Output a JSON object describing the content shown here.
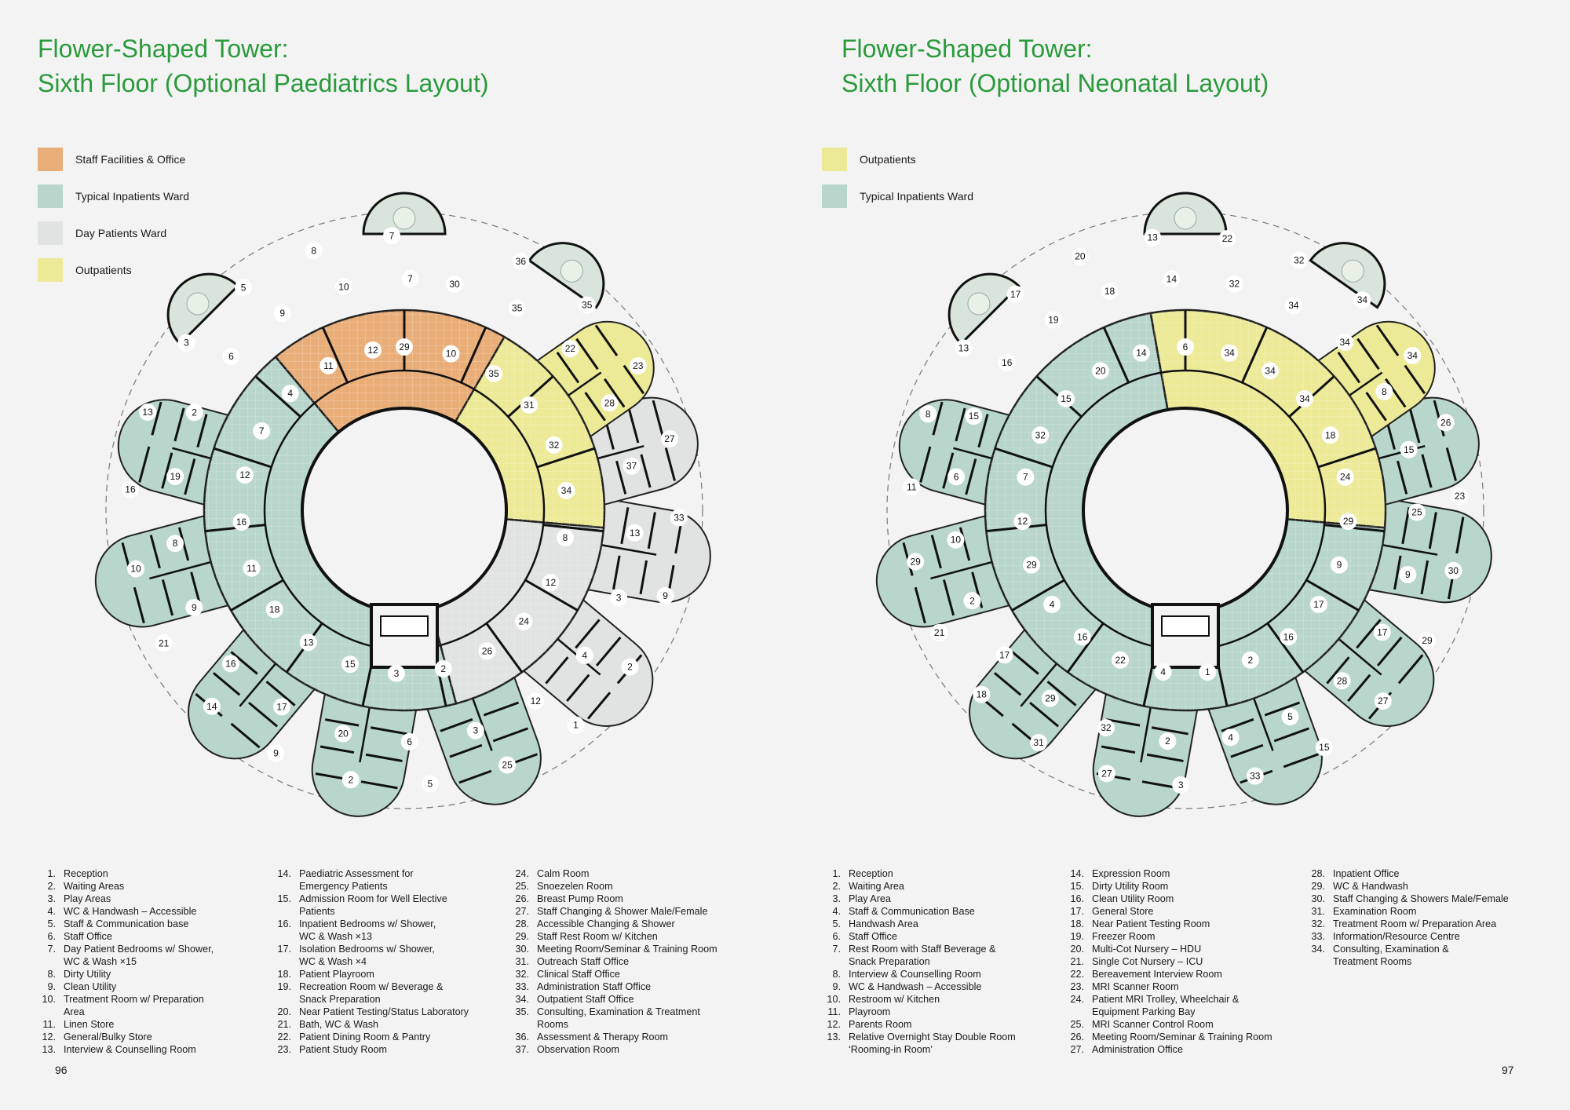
{
  "colors": {
    "title": "#2a9a3c",
    "staff": "#e9ad78",
    "ward": "#b8d6cc",
    "day": "#e1e3e3",
    "outpatients": "#ece997",
    "outline": "#111111"
  },
  "left": {
    "title_line1": "Flower-Shaped Tower:",
    "title_line2": "Sixth Floor (Optional Paediatrics Layout)",
    "legend": [
      {
        "label": "Staff Facilities & Office",
        "color": "#e9ad78"
      },
      {
        "label": "Typical Inpatients Ward",
        "color": "#b8d6cc"
      },
      {
        "label": "Day Patients Ward",
        "color": "#e1e3e3"
      },
      {
        "label": "Outpatients",
        "color": "#ece997"
      }
    ],
    "key_col1": [
      {
        "n": "1.",
        "t": "Reception"
      },
      {
        "n": "2.",
        "t": "Waiting Areas"
      },
      {
        "n": "3.",
        "t": "Play Areas"
      },
      {
        "n": "4.",
        "t": "WC & Handwash – Accessible"
      },
      {
        "n": "5.",
        "t": "Staff & Communication base"
      },
      {
        "n": "6.",
        "t": "Staff Office"
      },
      {
        "n": "7.",
        "t": "Day Patient Bedrooms w/ Shower,"
      },
      {
        "n": "",
        "t": "WC & Wash ×15"
      },
      {
        "n": "8.",
        "t": "Dirty Utility"
      },
      {
        "n": "9.",
        "t": "Clean Utility"
      },
      {
        "n": "10.",
        "t": "Treatment Room w/ Preparation"
      },
      {
        "n": "",
        "t": "Area"
      },
      {
        "n": "11.",
        "t": "Linen Store"
      },
      {
        "n": "12.",
        "t": "General/Bulky Store"
      },
      {
        "n": "13.",
        "t": "Interview & Counselling Room"
      }
    ],
    "key_col2": [
      {
        "n": "14.",
        "t": "Paediatric Assessment for"
      },
      {
        "n": "",
        "t": "Emergency Patients"
      },
      {
        "n": "15.",
        "t": "Admission Room for Well Elective"
      },
      {
        "n": "",
        "t": "Patients"
      },
      {
        "n": "16.",
        "t": "Inpatient Bedrooms w/ Shower,"
      },
      {
        "n": "",
        "t": "WC & Wash ×13"
      },
      {
        "n": "17.",
        "t": "Isolation Bedrooms w/ Shower,"
      },
      {
        "n": "",
        "t": "WC & Wash ×4"
      },
      {
        "n": "18.",
        "t": "Patient Playroom"
      },
      {
        "n": "19.",
        "t": "Recreation Room w/ Beverage &"
      },
      {
        "n": "",
        "t": "Snack Preparation"
      },
      {
        "n": "20.",
        "t": "Near Patient Testing/Status Laboratory"
      },
      {
        "n": "21.",
        "t": "Bath, WC & Wash"
      },
      {
        "n": "22.",
        "t": "Patient Dining Room & Pantry"
      },
      {
        "n": "23.",
        "t": "Patient Study Room"
      }
    ],
    "key_col3": [
      {
        "n": "24.",
        "t": "Calm Room"
      },
      {
        "n": "25.",
        "t": "Snoezelen Room"
      },
      {
        "n": "26.",
        "t": "Breast Pump Room"
      },
      {
        "n": "27.",
        "t": "Staff Changing & Shower Male/Female"
      },
      {
        "n": "28.",
        "t": "Accessible Changing & Shower"
      },
      {
        "n": "29.",
        "t": "Staff Rest Room w/ Kitchen"
      },
      {
        "n": "30.",
        "t": "Meeting Room/Seminar & Training Room"
      },
      {
        "n": "31.",
        "t": "Outreach Staff Office"
      },
      {
        "n": "32.",
        "t": "Clinical Staff Office"
      },
      {
        "n": "33.",
        "t": "Administration Staff Office"
      },
      {
        "n": "34.",
        "t": "Outpatient Staff Office"
      },
      {
        "n": "35.",
        "t": "Consulting, Examination & Treatment"
      },
      {
        "n": "",
        "t": "Rooms"
      },
      {
        "n": "36.",
        "t": "Assessment & Therapy Room"
      },
      {
        "n": "37.",
        "t": "Observation Room"
      }
    ],
    "page_number": "96",
    "plan_labels": [
      {
        "t": "29"
      },
      {
        "t": "30"
      },
      {
        "t": "36"
      },
      {
        "t": "10"
      },
      {
        "t": "35"
      },
      {
        "t": "35"
      },
      {
        "t": "35"
      },
      {
        "t": "22"
      },
      {
        "t": "23"
      },
      {
        "t": "31"
      },
      {
        "t": "28"
      },
      {
        "t": "27"
      },
      {
        "t": "32"
      },
      {
        "t": "37"
      },
      {
        "t": "33"
      },
      {
        "t": "34"
      },
      {
        "t": "13"
      },
      {
        "t": "9"
      },
      {
        "t": "8"
      },
      {
        "t": "3"
      },
      {
        "t": "2"
      },
      {
        "t": "12"
      },
      {
        "t": "4"
      },
      {
        "t": "1"
      },
      {
        "t": "24"
      },
      {
        "t": "12"
      },
      {
        "t": "25"
      },
      {
        "t": "26"
      },
      {
        "t": "3"
      },
      {
        "t": "5"
      },
      {
        "t": "2"
      },
      {
        "t": "6"
      },
      {
        "t": "2"
      },
      {
        "t": "3"
      },
      {
        "t": "20"
      },
      {
        "t": "9"
      },
      {
        "t": "15"
      },
      {
        "t": "17"
      },
      {
        "t": "14"
      },
      {
        "t": "13"
      },
      {
        "t": "16"
      },
      {
        "t": "21"
      },
      {
        "t": "18"
      },
      {
        "t": "9"
      },
      {
        "t": "10"
      },
      {
        "t": "11"
      },
      {
        "t": "8"
      },
      {
        "t": "16"
      },
      {
        "t": "16"
      },
      {
        "t": "19"
      },
      {
        "t": "13"
      },
      {
        "t": "12"
      },
      {
        "t": "2"
      },
      {
        "t": "3"
      },
      {
        "t": "7"
      },
      {
        "t": "6"
      },
      {
        "t": "5"
      },
      {
        "t": "4"
      },
      {
        "t": "9"
      },
      {
        "t": "8"
      },
      {
        "t": "11"
      },
      {
        "t": "10"
      },
      {
        "t": "7"
      },
      {
        "t": "12"
      },
      {
        "t": "7"
      }
    ]
  },
  "right": {
    "title_line1": "Flower-Shaped Tower:",
    "title_line2": "Sixth Floor (Optional Neonatal Layout)",
    "legend": [
      {
        "label": "Outpatients",
        "color": "#ece997"
      },
      {
        "label": "Typical Inpatients Ward",
        "color": "#b8d6cc"
      }
    ],
    "key_col1": [
      {
        "n": "1.",
        "t": "Reception"
      },
      {
        "n": "2.",
        "t": "Waiting Area"
      },
      {
        "n": "3.",
        "t": "Play Area"
      },
      {
        "n": "4.",
        "t": "Staff & Communication Base"
      },
      {
        "n": "5.",
        "t": "Handwash Area"
      },
      {
        "n": "6.",
        "t": "Staff Office"
      },
      {
        "n": "7.",
        "t": "Rest Room with Staff Beverage &"
      },
      {
        "n": "",
        "t": "Snack Preparation"
      },
      {
        "n": "8.",
        "t": "Interview & Counselling Room"
      },
      {
        "n": "9.",
        "t": "WC & Handwash – Accessible"
      },
      {
        "n": "10.",
        "t": "Restroom w/ Kitchen"
      },
      {
        "n": "11.",
        "t": "Playroom"
      },
      {
        "n": "12.",
        "t": "Parents Room"
      },
      {
        "n": "13.",
        "t": "Relative Overnight Stay Double Room"
      },
      {
        "n": "",
        "t": "‘Rooming-in Room’"
      }
    ],
    "key_col2": [
      {
        "n": "14.",
        "t": "Expression Room"
      },
      {
        "n": "15.",
        "t": "Dirty Utility Room"
      },
      {
        "n": "16.",
        "t": "Clean Utility Room"
      },
      {
        "n": "17.",
        "t": "General Store"
      },
      {
        "n": "18.",
        "t": "Near Patient Testing Room"
      },
      {
        "n": "19.",
        "t": "Freezer Room"
      },
      {
        "n": "20.",
        "t": "Multi-Cot Nursery – HDU"
      },
      {
        "n": "21.",
        "t": "Single Cot Nursery – ICU"
      },
      {
        "n": "22.",
        "t": "Bereavement Interview Room"
      },
      {
        "n": "23.",
        "t": "MRI Scanner Room"
      },
      {
        "n": "24.",
        "t": "Patient MRI Trolley, Wheelchair &"
      },
      {
        "n": "",
        "t": "Equipment Parking Bay"
      },
      {
        "n": "25.",
        "t": "MRI Scanner Control Room"
      },
      {
        "n": "26.",
        "t": "Meeting Room/Seminar & Training Room"
      },
      {
        "n": "27.",
        "t": "Administration Office"
      }
    ],
    "key_col3": [
      {
        "n": "28.",
        "t": "Inpatient Office"
      },
      {
        "n": "29.",
        "t": "WC & Handwash"
      },
      {
        "n": "30.",
        "t": "Staff Changing & Showers Male/Female"
      },
      {
        "n": "31.",
        "t": "Examination Room"
      },
      {
        "n": "32.",
        "t": "Treatment Room w/ Preparation Area"
      },
      {
        "n": "33.",
        "t": "Information/Resource Centre"
      },
      {
        "n": "34.",
        "t": "Consulting, Examination &"
      },
      {
        "n": "",
        "t": "Treatment Rooms"
      }
    ],
    "page_number": "97",
    "plan_labels": [
      {
        "t": "6"
      },
      {
        "t": "32"
      },
      {
        "t": "32"
      },
      {
        "t": "34"
      },
      {
        "t": "34"
      },
      {
        "t": "34"
      },
      {
        "t": "34"
      },
      {
        "t": "34"
      },
      {
        "t": "34"
      },
      {
        "t": "34"
      },
      {
        "t": "8"
      },
      {
        "t": "26"
      },
      {
        "t": "18"
      },
      {
        "t": "15"
      },
      {
        "t": "23"
      },
      {
        "t": "24"
      },
      {
        "t": "25"
      },
      {
        "t": "30"
      },
      {
        "t": "29"
      },
      {
        "t": "9"
      },
      {
        "t": "29"
      },
      {
        "t": "9"
      },
      {
        "t": "17"
      },
      {
        "t": "27"
      },
      {
        "t": "17"
      },
      {
        "t": "28"
      },
      {
        "t": "15"
      },
      {
        "t": "16"
      },
      {
        "t": "5"
      },
      {
        "t": "33"
      },
      {
        "t": "2"
      },
      {
        "t": "4"
      },
      {
        "t": "3"
      },
      {
        "t": "1"
      },
      {
        "t": "2"
      },
      {
        "t": "27"
      },
      {
        "t": "4"
      },
      {
        "t": "32"
      },
      {
        "t": "31"
      },
      {
        "t": "22"
      },
      {
        "t": "29"
      },
      {
        "t": "18"
      },
      {
        "t": "16"
      },
      {
        "t": "17"
      },
      {
        "t": "21"
      },
      {
        "t": "4"
      },
      {
        "t": "2"
      },
      {
        "t": "29"
      },
      {
        "t": "29"
      },
      {
        "t": "10"
      },
      {
        "t": "11"
      },
      {
        "t": "12"
      },
      {
        "t": "6"
      },
      {
        "t": "8"
      },
      {
        "t": "7"
      },
      {
        "t": "15"
      },
      {
        "t": "13"
      },
      {
        "t": "32"
      },
      {
        "t": "16"
      },
      {
        "t": "17"
      },
      {
        "t": "15"
      },
      {
        "t": "19"
      },
      {
        "t": "20"
      },
      {
        "t": "20"
      },
      {
        "t": "18"
      },
      {
        "t": "13"
      },
      {
        "t": "14"
      },
      {
        "t": "14"
      },
      {
        "t": "22"
      }
    ]
  }
}
